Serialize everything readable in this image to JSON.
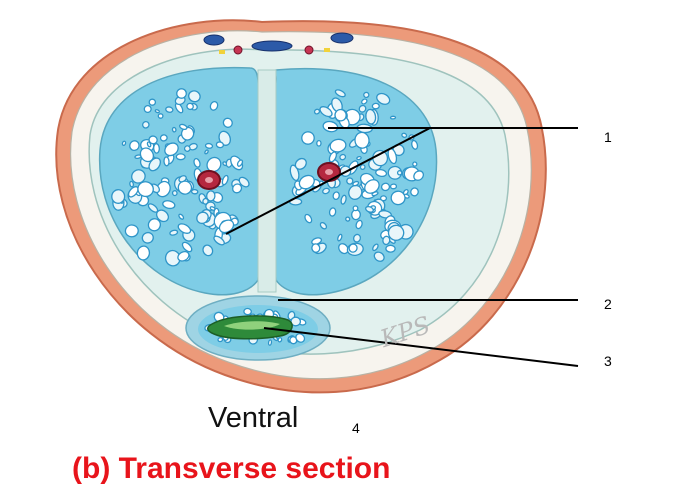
{
  "labels": {
    "n1": "1",
    "n2": "2",
    "n3": "3",
    "n4": "4"
  },
  "orientation_label": "Ventral",
  "caption": "(b) Transverse section",
  "watermark": "KPS",
  "colors": {
    "skin": "#ec9a7a",
    "tunica": "#dff0ec",
    "erectile_tissue": "#7ecde6",
    "sinus": "#2f95c8",
    "artery": "#b5283f",
    "urethra": "#2e8a3a",
    "caption": "#e8141b",
    "vein": "#2c5aa8"
  }
}
